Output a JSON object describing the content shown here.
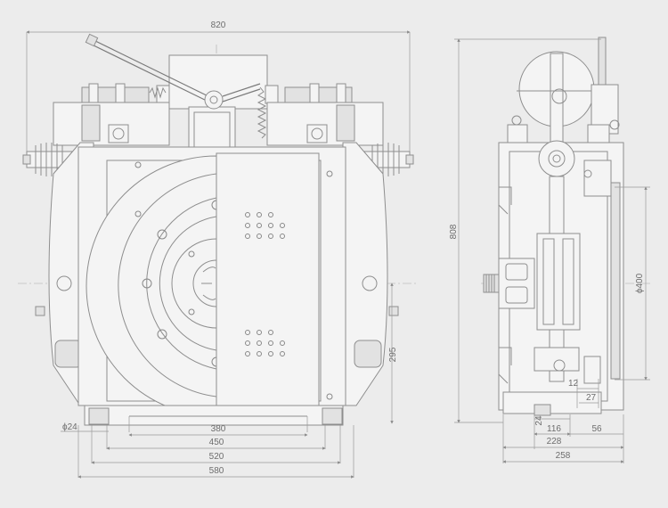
{
  "dimensions": {
    "overall_width": "820",
    "height_side": "808",
    "sheave_diameter": "ϕ400",
    "center_height": "295",
    "bolt_hole": "ϕ24",
    "base_380": "380",
    "base_450": "450",
    "base_520": "520",
    "base_580": "580",
    "side_12": "12",
    "side_27": "27",
    "side_24": "24",
    "side_116": "116",
    "side_56": "56",
    "side_228": "228",
    "side_258": "258"
  },
  "colors": {
    "background": "#ececec",
    "line": "#8e8e8e",
    "text": "#6d6d6d"
  }
}
